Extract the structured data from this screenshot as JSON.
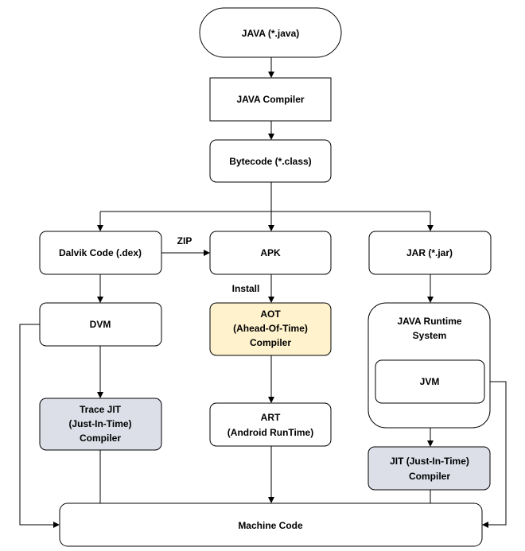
{
  "colors": {
    "default_fill": "#ffffff",
    "aot_fill": "#fff2cc",
    "jit_fill": "#dcdfe8",
    "stroke": "#000000"
  },
  "nodes": {
    "java_source": "JAVA (*.java)",
    "java_compiler": "JAVA Compiler",
    "bytecode": "Bytecode (*.class)",
    "dalvik_code": "Dalvik Code (.dex)",
    "apk": "APK",
    "jar": "JAR (*.jar)",
    "dvm": "DVM",
    "aot": [
      "AOT",
      "(Ahead-Of-Time)",
      "Compiler"
    ],
    "jre": [
      "JAVA Runtime",
      "System"
    ],
    "jvm": "JVM",
    "trace_jit": [
      "Trace JIT",
      "(Just-In-Time)",
      "Compiler"
    ],
    "art": [
      "ART",
      "(Android RunTime)"
    ],
    "jit": [
      "JIT (Just-In-Time)",
      "Compiler"
    ],
    "machine_code": "Machine Code"
  },
  "edge_labels": {
    "zip": "ZIP",
    "install": "Install"
  }
}
